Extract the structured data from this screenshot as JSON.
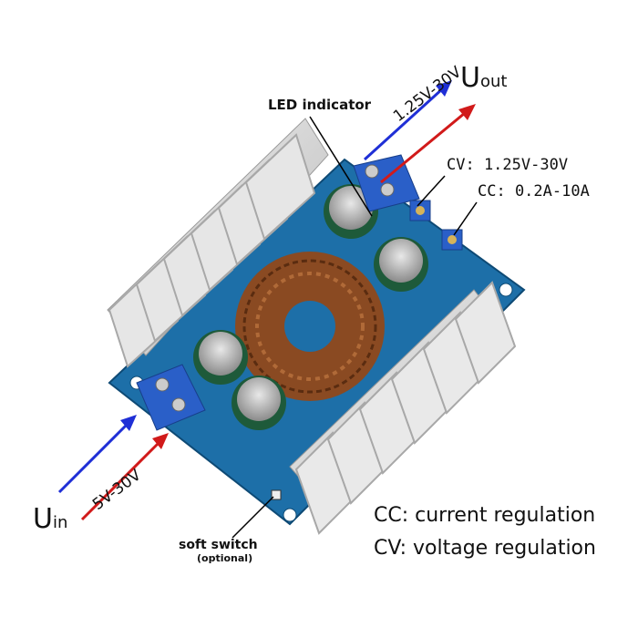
{
  "labels": {
    "led_indicator": "LED indicator",
    "uout_main": "U",
    "uout_sub": "out",
    "uin_main": "U",
    "uin_sub": "in",
    "output_range": "1.25V-30V",
    "input_range": "5V-30V",
    "cv_range": "CV: 1.25V-30V",
    "cc_range": "CC: 0.2A-10A",
    "legend_cc": "CC: current regulation",
    "legend_cv": "CV: voltage regulation",
    "soft_switch": "soft switch",
    "optional": "(optional)"
  },
  "colors": {
    "blue_arrow": "#1f2fd6",
    "red_arrow": "#d11a1a",
    "pcb": "#1d6fa8",
    "heatsink": "#d9d9d9",
    "coil": "#8a4a22"
  }
}
